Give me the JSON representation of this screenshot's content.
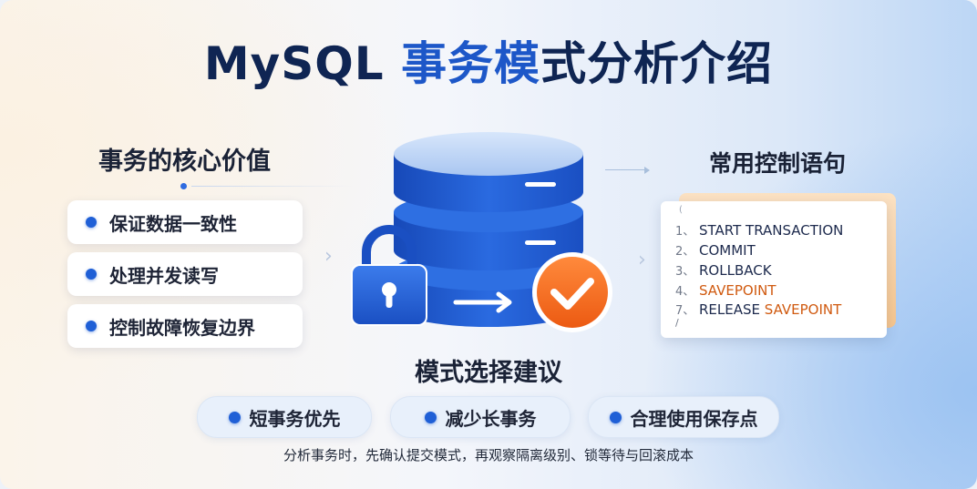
{
  "title": {
    "prefix": "MySQL ",
    "highlight": "事务模",
    "suffix": "式分析介绍"
  },
  "left": {
    "heading": "事务的核心价值",
    "items": [
      {
        "label": "保证数据一致性"
      },
      {
        "label": "处理并发读写"
      },
      {
        "label": "控制故障恢复边界"
      }
    ]
  },
  "center": {
    "illustration": {
      "icons": [
        "database-icon",
        "lock-icon",
        "arrow-right-icon",
        "checkmark-icon"
      ]
    }
  },
  "right": {
    "heading": "常用控制语句",
    "code_mark": "(",
    "statements": [
      {
        "num": "1、",
        "text": "START TRANSACTION",
        "highlight": false
      },
      {
        "num": "2、",
        "text": "COMMIT",
        "highlight": false
      },
      {
        "num": "3、",
        "text": "ROLLBACK",
        "highlight": false
      },
      {
        "num": "4、",
        "text": "SAVEPOINT",
        "highlight": true
      },
      {
        "num": "7、",
        "text": "RELEASE ",
        "extra": "SAVEPOINT",
        "highlight": false
      }
    ],
    "code_end": "/"
  },
  "modes": {
    "heading": "模式选择建议",
    "items": [
      {
        "label": "短事务优先"
      },
      {
        "label": "减少长事务"
      },
      {
        "label": "合理使用保存点"
      }
    ]
  },
  "footnote": "分析事务时，先确认提交模式，再观察隔离级别、锁等待与回滚成本",
  "colors": {
    "title_dark": "#0f2553",
    "title_blue": "#1d57c8",
    "db_blue": "#1d5fd6",
    "check_orange": "#f06a1e",
    "sql_orange": "#d05a10"
  }
}
